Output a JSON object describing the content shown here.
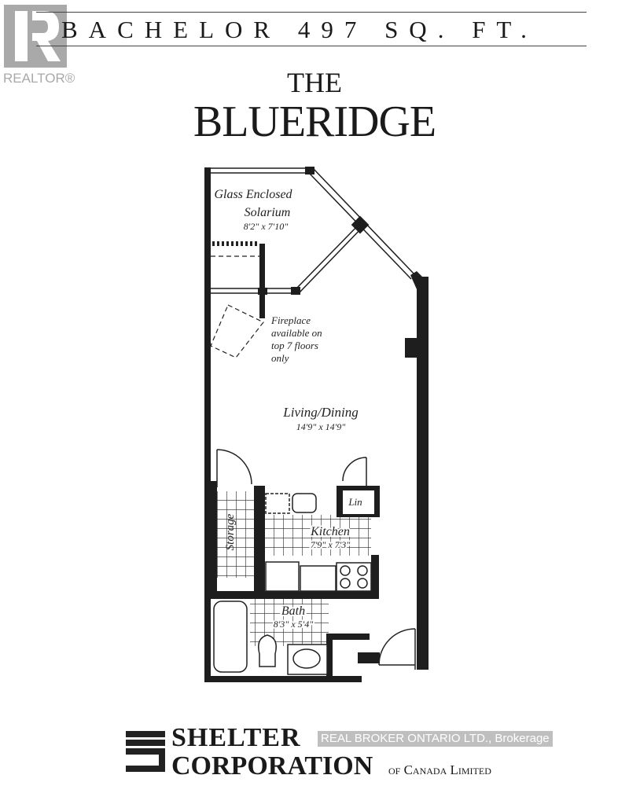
{
  "realtor_logo": {
    "text": "REALTOR®"
  },
  "header": {
    "title": "BACHELOR 497 SQ. FT."
  },
  "brand": {
    "line1": "THE",
    "line2": "BLUERIDGE"
  },
  "rooms": {
    "solarium": {
      "name_line1": "Glass Enclosed",
      "name_line2": "Solarium",
      "size": "8'2\" x 7'10\""
    },
    "fireplace_note": [
      "Fireplace",
      "available on",
      "top 7 floors",
      "only"
    ],
    "living": {
      "name": "Living/Dining",
      "size": "14'9\" x 14'9\""
    },
    "storage": {
      "name": "Storage"
    },
    "linen": {
      "name": "Lin"
    },
    "kitchen": {
      "name": "Kitchen",
      "size": "7'9\" x 7'3\""
    },
    "bath": {
      "name": "Bath",
      "size": "8'3\" x 5'4\""
    }
  },
  "footer": {
    "line1": "SHELTER",
    "line2": "CORPORATION",
    "line3": "of Canada Limited"
  },
  "watermark": "REAL BROKER ONTARIO LTD., Brokerage"
}
